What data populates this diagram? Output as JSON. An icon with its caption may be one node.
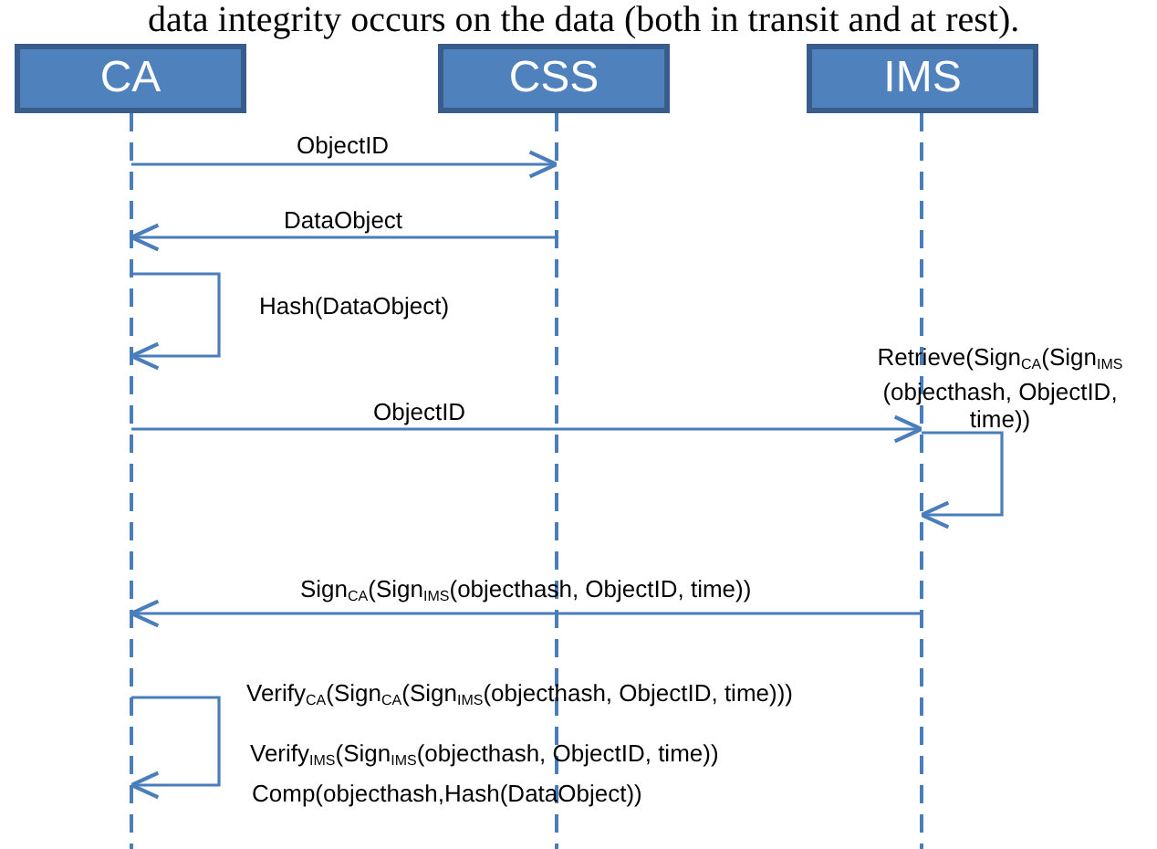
{
  "diagram": {
    "nodes": [
      {
        "text": [
          "CA"
        ]
      },
      {
        "text": [
          "CSS"
        ]
      },
      {
        "text": [
          "IMS"
        ]
      },
      {
        "text": [],
        "shape": "line"
      },
      {
        "text": [],
        "shape": "line"
      },
      {
        "text": [],
        "shape": "line"
      }
    ],
    "edges": [
      {
        "from": 3,
        "to": 4,
        "arrow": "to",
        "label": "ObjectID"
      },
      {
        "from": 4,
        "to": 3,
        "arrow": "to",
        "label": "DataObject"
      },
      {
        "from": 3,
        "to": 3,
        "arrow": "to",
        "label": "Hash(DataObject)"
      },
      {
        "from": 3,
        "to": 5,
        "arrow": "to",
        "label": "ObjectID"
      },
      {
        "from": 5,
        "to": 5,
        "arrow": "to",
        "label": "Retrieve(Sign$_{CA}$(Sign$_{IMS}$ (objecthash, ObjectID, time))"
      },
      {
        "from": 5,
        "to": 3,
        "arrow": "to",
        "label": "Sign$_{CA}$(Sign$_{IMS}$(objecthash, ObjectID, time))"
      },
      {
        "from": 3,
        "to": 3,
        "arrow": "to",
        "label": "Verify$_{CA}$(Sign$_{CA}$(Sign$_{IMS}$(objecthash, ObjectID, time)))"
      }
    ],
    "labels": [
      "data integrity occurs on the data (both in transit and at rest).",
      "Verify$_{IMS}$(Sign$_{IMS}$(objecthash, ObjectID, time))",
      "Comp(objecthash,Hash(DataObject))"
    ]
  }
}
